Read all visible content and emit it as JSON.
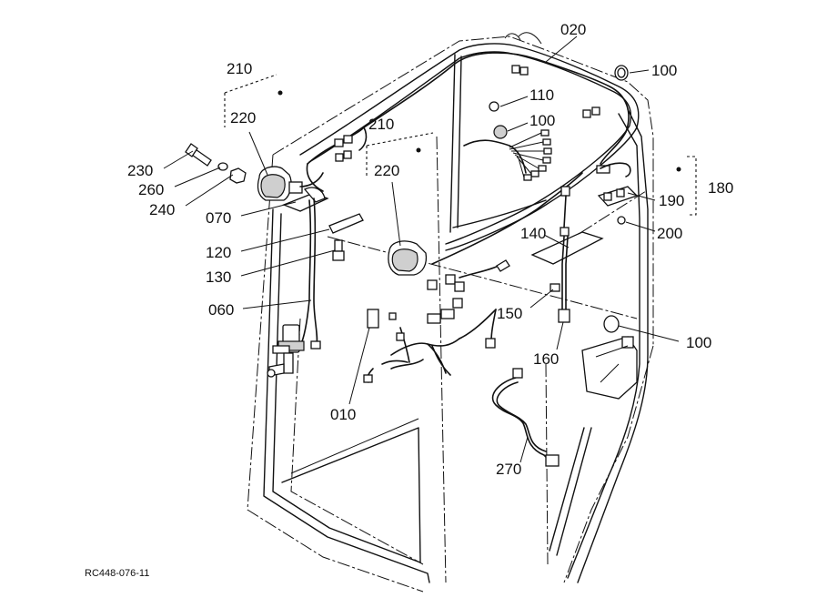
{
  "diagram": {
    "reference_code": "RC448-076-11",
    "callouts": [
      {
        "id": "c020",
        "text": "020"
      },
      {
        "id": "c100a",
        "text": "100"
      },
      {
        "id": "c110",
        "text": "110"
      },
      {
        "id": "c100b",
        "text": "100"
      },
      {
        "id": "c210a",
        "text": "210"
      },
      {
        "id": "c220a",
        "text": "220"
      },
      {
        "id": "c210b",
        "text": "210"
      },
      {
        "id": "c220b",
        "text": "220"
      },
      {
        "id": "c230",
        "text": "230"
      },
      {
        "id": "c260",
        "text": "260"
      },
      {
        "id": "c240",
        "text": "240"
      },
      {
        "id": "c070",
        "text": "070"
      },
      {
        "id": "c120",
        "text": "120"
      },
      {
        "id": "c130",
        "text": "130"
      },
      {
        "id": "c060",
        "text": "060"
      },
      {
        "id": "c180",
        "text": "180"
      },
      {
        "id": "c190",
        "text": "190"
      },
      {
        "id": "c200",
        "text": "200"
      },
      {
        "id": "c140",
        "text": "140"
      },
      {
        "id": "c150",
        "text": "150"
      },
      {
        "id": "c160",
        "text": "160"
      },
      {
        "id": "c100c",
        "text": "100"
      },
      {
        "id": "c010",
        "text": "010"
      },
      {
        "id": "c270",
        "text": "270"
      }
    ]
  }
}
